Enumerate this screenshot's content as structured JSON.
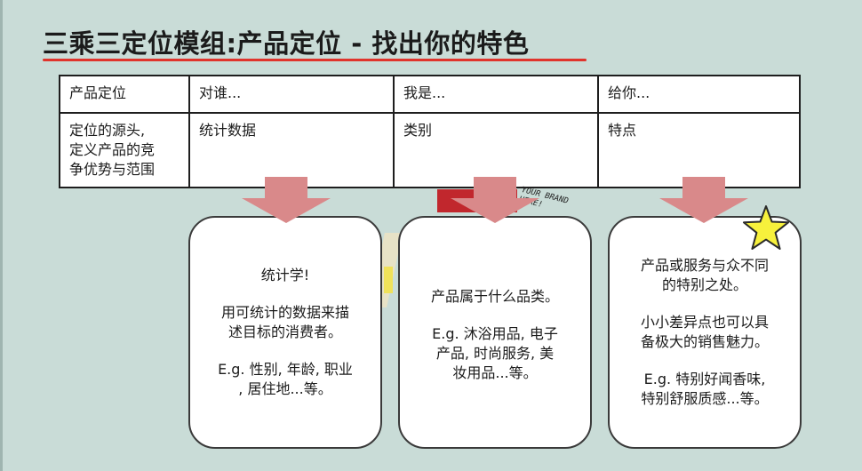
{
  "title": "三乘三定位模组:产品定位 - 找出你的特色",
  "table": {
    "header": [
      "产品定位",
      "对谁...",
      "我是...",
      "给你..."
    ],
    "row": {
      "lines": [
        "定位的源头,",
        "定义产品的竞",
        "争优势与范围"
      ],
      "cells": [
        "统计数据",
        "类别",
        "特点"
      ]
    }
  },
  "boxes": [
    {
      "paragraphs": [
        [
          "统计学!"
        ],
        [
          "用可统计的数据来描",
          "述目标的消费者。"
        ],
        [
          "E.g. 性别, 年龄, 职业",
          ", 居住地...等。"
        ]
      ]
    },
    {
      "paragraphs": [
        [
          "产品属于什么品类。"
        ],
        [
          "E.g. 沐浴用品, 电子",
          "产品, 时尚服务, 美",
          "妆用品...等。"
        ]
      ]
    },
    {
      "paragraphs": [
        [
          "产品或服务与众不同",
          "的特别之处。"
        ],
        [
          "小小差异点也可以具",
          "备极大的销售魅力。"
        ],
        [
          "E.g. 特别好闻香味,",
          "特别舒服质感...等。"
        ]
      ]
    }
  ],
  "decoration": {
    "scribble": [
      "YOUR BRAND",
      "HERE!"
    ]
  },
  "colors": {
    "background": "#c9dcd7",
    "underline": "#e0342c",
    "arrow": "#d9898a",
    "star": "#f7f13c"
  }
}
